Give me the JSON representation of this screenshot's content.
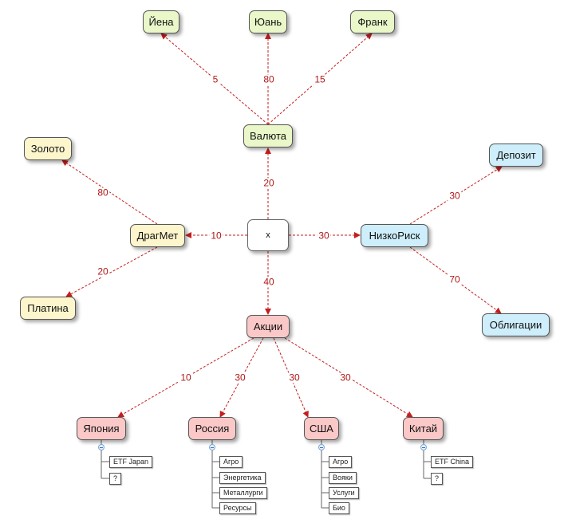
{
  "center": {
    "label": "x"
  },
  "nodes": {
    "valuta": "Валюта",
    "yena": "Йена",
    "yuan": "Юань",
    "frank": "Франк",
    "dragmet": "ДрагМет",
    "zoloto": "Золото",
    "platina": "Платина",
    "nizkorisk": "НизкоРиск",
    "depozit": "Депозит",
    "obligatsii": "Облигации",
    "aktsii": "Акции",
    "yaponiya": "Япония",
    "rossiya": "Россия",
    "ssha": "США",
    "kitay": "Китай"
  },
  "weights": {
    "yena": "5",
    "yuan": "80",
    "frank": "15",
    "valuta": "20",
    "zoloto": "80",
    "platina": "20",
    "dragmet": "10",
    "nizkorisk": "30",
    "depozit": "30",
    "obligatsii": "70",
    "aktsii": "40",
    "yaponiya": "10",
    "rossiya": "30",
    "ssha": "30",
    "kitay": "30"
  },
  "leaves": {
    "yaponiya": [
      "ETF Japan",
      "?"
    ],
    "rossiya": [
      "Агро",
      "Энергетика",
      "Металлурги",
      "Ресурсы"
    ],
    "ssha": [
      "Агро",
      "Вояки",
      "Услуги",
      "Био"
    ],
    "kitay": [
      "ETF China",
      "?"
    ]
  },
  "colors": {
    "edge": "#c41e1e",
    "label": "#b01818",
    "currency_nodes": "#e9f7c9",
    "metal_nodes": "#fdf6cd",
    "lowrisk_nodes": "#cdeefa",
    "equity_nodes": "#fbc8c8"
  }
}
